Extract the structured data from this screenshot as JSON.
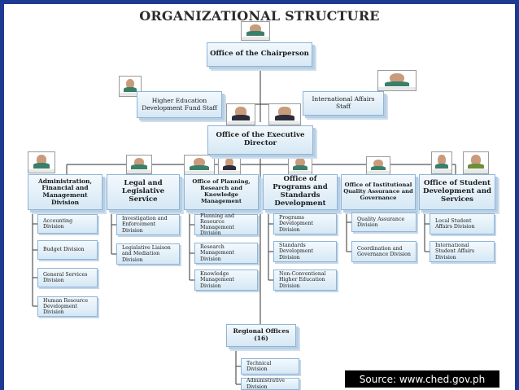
{
  "title": "ORGANIZATIONAL STRUCTURE",
  "chairperson": "Office of the Chairperson",
  "hedf": "Higher Education Development Fund Staff",
  "intl": "International Affairs Staff",
  "exec": "Office of the Executive Director",
  "units": [
    {
      "name": "Administration, Financial and Management Division",
      "divisions": [
        "Accounting Division",
        "Budget Division",
        "General Services Division",
        "Human Resource Development Division"
      ]
    },
    {
      "name": "Legal and Legislative Service",
      "divisions": [
        "Investigation and Enforcement Division",
        "Legislative Liaison and Mediation Division"
      ]
    },
    {
      "name": "Office of Planning, Research and Knowledge Management",
      "divisions": [
        "Planning and Resource Management Division",
        "Research Management Division",
        "Knowledge Management Division"
      ]
    },
    {
      "name": "Office of Programs and Standards Development",
      "divisions": [
        "Programs Development Division",
        "Standards Development Division",
        "Non-Conventional Higher Education Division"
      ]
    },
    {
      "name": "Office of Institutional Quality Assurance and Governance",
      "divisions": [
        "Quality Assurance Division",
        "Coordination and Governance Division"
      ]
    },
    {
      "name": "Office of Student Development and Services",
      "divisions": [
        "Local Student Affairs Division",
        "International Student Affairs Division"
      ]
    }
  ],
  "regional": {
    "name": "Regional Offices (16)",
    "divisions": [
      "Technical Division",
      "Administrative Division"
    ]
  },
  "source": "Source: www.ched.gov.ph",
  "colors": {
    "frame": "#1f3a93",
    "box_border": "#8fb4d6",
    "connector": "#555555"
  }
}
